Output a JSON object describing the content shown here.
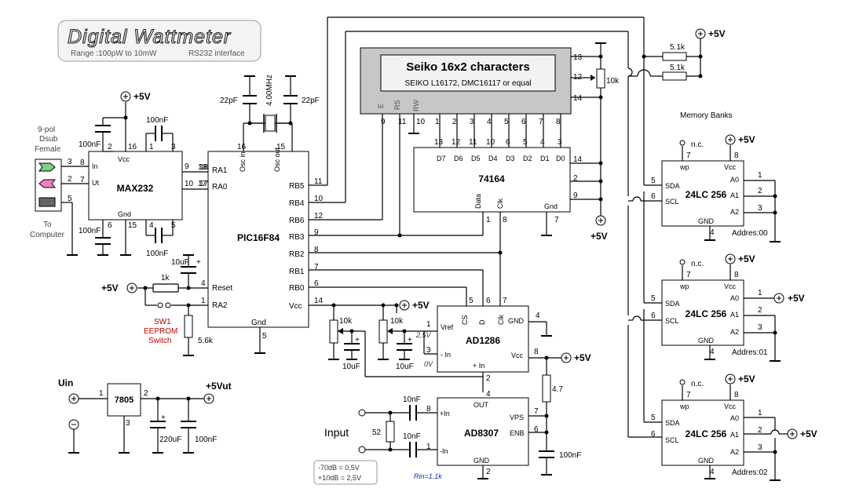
{
  "title": {
    "main": "Digital Wattmeter",
    "range": "Range :100pW to 10mW",
    "interface": "RS232 interface"
  },
  "components": {
    "lcd": {
      "title": "Seiko 16x2 characters",
      "subtitle": "SEIKO L16172, DMC16117 or equal",
      "pins_top": [
        "13",
        "12",
        "14"
      ],
      "pins_bottom": [
        "9",
        "11",
        "10",
        "1",
        "2",
        "3",
        "4",
        "5",
        "6",
        "7",
        "8"
      ],
      "pin_labels": [
        "E",
        "RS",
        "RW"
      ]
    },
    "shift": {
      "name": "74164",
      "q_labels": [
        "D7",
        "D6",
        "D5",
        "D4",
        "D3",
        "D2",
        "D1",
        "D0"
      ],
      "q_pins": [
        "13",
        "12",
        "11",
        "10",
        "6",
        "5",
        "4",
        "3"
      ],
      "right_pins": [
        "14",
        "2",
        "9"
      ],
      "data": "Data",
      "clk": "Clk",
      "gnd": "Gnd",
      "pin1": "1",
      "pin8": "8",
      "pin7": "7"
    },
    "pic": {
      "name": "PIC16F84",
      "left_pins": [
        {
          "label": "RA1",
          "num": "18"
        },
        {
          "label": "RA0",
          "num": "17"
        },
        {
          "label": "Reset",
          "num": "4"
        },
        {
          "label": "RA2",
          "num": "1"
        }
      ],
      "right_pins": [
        {
          "label": "RB5",
          "num": "11"
        },
        {
          "label": "RB4",
          "num": "10"
        },
        {
          "label": "RB6",
          "num": "12"
        },
        {
          "label": "RB3",
          "num": "9"
        },
        {
          "label": "RB2",
          "num": "8"
        },
        {
          "label": "RB1",
          "num": "7"
        },
        {
          "label": "RB0",
          "num": "6"
        },
        {
          "label": "Vcc",
          "num": "14"
        }
      ],
      "osc_in": "Osc in",
      "osc_out": "Osc out",
      "osc_in_pin": "16",
      "osc_out_pin": "15",
      "gnd": "Gnd",
      "gnd_pin": "5"
    },
    "max232": {
      "name": "MAX232",
      "vcc": "Vcc",
      "gnd": "Gnd",
      "in": "In",
      "ut": "Ut",
      "pins": [
        "2",
        "16",
        "1",
        "3",
        "8",
        "7",
        "9",
        "10",
        "18",
        "17",
        "6",
        "15",
        "4",
        "5"
      ]
    },
    "adc": {
      "name": "AD1286",
      "vref": "Vref",
      "cs": "CS",
      "do": "D",
      "clk": "Clk",
      "gnd": "GND",
      "min": "- In",
      "plus": "+ In",
      "vcc": "Vcc",
      "pins": [
        "5",
        "6",
        "7",
        "4",
        "1",
        "3",
        "8",
        "2"
      ],
      "v25": "2,5V",
      "v0": "0V"
    },
    "ad8307": {
      "name": "AD8307",
      "inp": "+In",
      "inm": "-In",
      "out": "OUT",
      "vps": "VPS",
      "enb": "ENB",
      "gnd": "GND",
      "pins": [
        "8",
        "1",
        "4",
        "7",
        "6",
        "2"
      ],
      "rin": "Rin=1.1k"
    },
    "reg": {
      "name": "7805",
      "pins": [
        "1",
        "2",
        "3"
      ],
      "uin": "Uin",
      "out": "+5Vut"
    },
    "eeproms": [
      {
        "name": "24LC 256",
        "addr": "Addres:00"
      },
      {
        "name": "24LC 256",
        "addr": "Addres:01"
      },
      {
        "name": "24LC 256",
        "addr": "Addres:02"
      }
    ],
    "eeprom_pins": {
      "wp": "wp",
      "vcc": "Vcc",
      "sda": "SDA",
      "scl": "SCL",
      "gnd": "GND",
      "a0": "A0",
      "a1": "A1",
      "a2": "A2",
      "nc": "n.c.",
      "p7": "7",
      "p8": "8",
      "p5": "5",
      "p6": "6",
      "p4": "4",
      "p1": "1",
      "p2": "2",
      "p3": "3"
    }
  },
  "labels": {
    "vplus": "+5V",
    "memory_banks": "Memory Banks",
    "dsub": [
      "9-pol",
      "Dsub",
      "Female"
    ],
    "to_computer": [
      "To",
      "Computer"
    ],
    "sw1": [
      "SW1",
      "EEPROM",
      "Switch"
    ],
    "input": "Input",
    "db_note": [
      "-70dB = 0,5V",
      "+10dB = 2,5V"
    ],
    "r51k_a": "5.1k",
    "r51k_b": "5.1k",
    "pot10k": "10k",
    "pot10k_a": "10k",
    "pot10k_b": "10k",
    "c100nf": "100nF",
    "c22pf": "22pF",
    "xtal": "4.00MHz",
    "c10uf": "10uF",
    "r1k": "1k",
    "r56k": "5.6k",
    "r52": "52",
    "c10nf": "10nF",
    "r47": "4.7",
    "c220uf": "220uF",
    "pin_dsub_3": "3",
    "pin_dsub_2": "2",
    "pin_dsub_5": "5",
    "pin13": "13",
    "pin12": "12",
    "pin14": "14"
  }
}
